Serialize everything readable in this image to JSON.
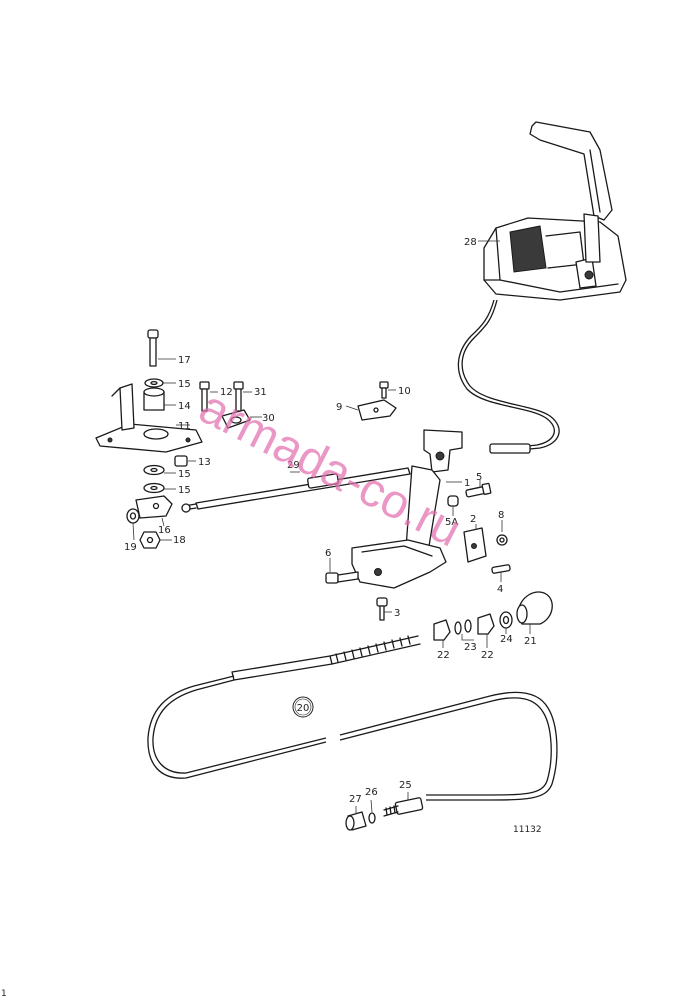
{
  "watermark": "armada-co.ru",
  "figure_number": "11132",
  "edge_mark": "1",
  "callout": "20",
  "labels": {
    "l1": "1",
    "l2": "2",
    "l3": "3",
    "l4": "4",
    "l5": "5",
    "l5a": "5A",
    "l6": "6",
    "l8": "8",
    "l9": "9",
    "l10": "10",
    "l11": "11",
    "l12": "12",
    "l13": "13",
    "l14": "14",
    "l15a": "15",
    "l15b": "15",
    "l15c": "15",
    "l16": "16",
    "l17": "17",
    "l18": "18",
    "l19": "19",
    "l21": "21",
    "l22a": "22",
    "l22b": "22",
    "l23": "23",
    "l24": "24",
    "l25": "25",
    "l26": "26",
    "l27": "27",
    "l28": "28",
    "l29": "29",
    "l30": "30",
    "l31": "31"
  }
}
